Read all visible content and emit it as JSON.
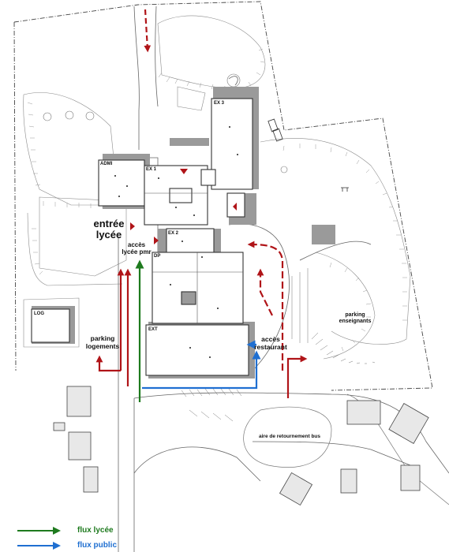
{
  "labels": {
    "admi": "ADMI",
    "ex1": "EX 1",
    "ex2": "EX 2",
    "ex3": "EX 3",
    "dp": "DP",
    "log": "LOG",
    "ext": "EXT",
    "entree_line1": "entrée",
    "entree_line2": "lycée",
    "acces_pmr_line1": "accès",
    "acces_pmr_line2": "lycée pmr",
    "parking_logements_line1": "parking",
    "parking_logements_line2": "logements",
    "acces_restaurant_line1": "accès",
    "acces_restaurant_line2": "restaurant",
    "parking_enseignants_line1": "parking",
    "parking_enseignants_line2": "enseignants",
    "aire_bus": "aire de retournement bus"
  },
  "legend": [
    {
      "label": "flux lycée",
      "color": "#1e7a1e"
    },
    {
      "label": "flux public",
      "color": "#1f6fd1"
    }
  ],
  "colors": {
    "flux_vehicule": "#b01418",
    "flux_lycee": "#1e7a1e",
    "flux_public": "#1f6fd1",
    "building_shadow": "#9a9a9a",
    "outline": "#555555"
  }
}
